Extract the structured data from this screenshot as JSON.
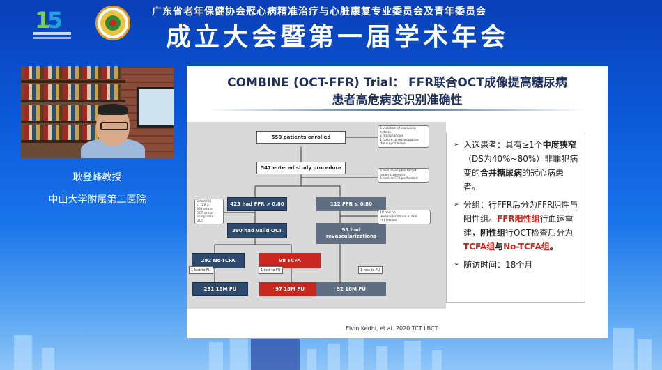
{
  "header": {
    "subtitle": "广东省老年保健协会冠心病精准治疗与心脏康复专业委员会及青年委员会",
    "title": "成立大会暨第一届学术年会"
  },
  "speaker": {
    "name": "耿登峰教授",
    "affiliation": "中山大学附属第二医院"
  },
  "slide": {
    "title_line1": "COMBINE (OCT-FFR) Trial： FFR联合OCT成像提高糖尿病",
    "title_line2": "患者高危病变识别准确性",
    "citation": "Elvin Kedhi, et al. 2020 TCT  LBCT",
    "flow": {
      "enrolled": "550 patients enrolled",
      "entered": "547 entered study procedure",
      "ffr_gt": "423 had FFR > 0.80",
      "ffr_le": "112 FFR ≤ 0.80",
      "valid_oct": "390 had valid OCT",
      "revasc_1": "93 had",
      "revasc_2": "revascularizations",
      "no_tcfa": "292 No-TCFA",
      "tcfa": "98 TCFA",
      "lost_1": "1 lost to FU",
      "lost_2": "1 lost to FU",
      "lost_3": "1 lost to FU",
      "fu_1": "291 18M FU",
      "fu_2": "97 18M FU",
      "fu_3": "92 18M FU",
      "note_excl_1": "3 violation of exclusion",
      "note_excl_2": "criteria",
      "note_excl_3": "2 malignancies",
      "note_excl_4": "1 failure to revascularize",
      "note_excl_5": "the culprit lesion",
      "note_target_1": "6 had no eligible target",
      "note_target_2": "lesion (stenosis)",
      "note_target_3": "6 had no FFR performed",
      "note_pci_1": "3 had PCI",
      "note_pci_2": "in FFR (-)",
      "note_pci_3": "30 had no",
      "note_pci_4": "OCT or not",
      "note_pci_5": "analyzable",
      "note_pci_6": "OCT",
      "note_norevasc_1": "19 had no",
      "note_norevasc_2": "revascularization in FFR",
      "note_norevasc_3": "(+) lesions"
    },
    "info": {
      "b1_a": "入选患者：具有≥1个",
      "b1_b": "中度狭窄",
      "b1_c": "（DS为40%~80%）非罪犯病变的",
      "b1_d": "合并糖尿病",
      "b1_e": "的冠心病患者。",
      "b2_a": "分组：行FFR后分为FFR阴性与阳性组。",
      "b2_b": "FFR阳性组",
      "b2_c": "行血运重建，",
      "b2_d": "阴性组",
      "b2_e": "行OCT检查后分为",
      "b2_f": "TCFA组",
      "b2_g": "与",
      "b2_h": "No-TCFA组",
      "b2_i": "。",
      "b3": "随访时间：18个月"
    }
  },
  "colors": {
    "background_top": "#0a3fb8",
    "accent_red": "#c8261e",
    "navy_box": "#2f4a6c"
  }
}
